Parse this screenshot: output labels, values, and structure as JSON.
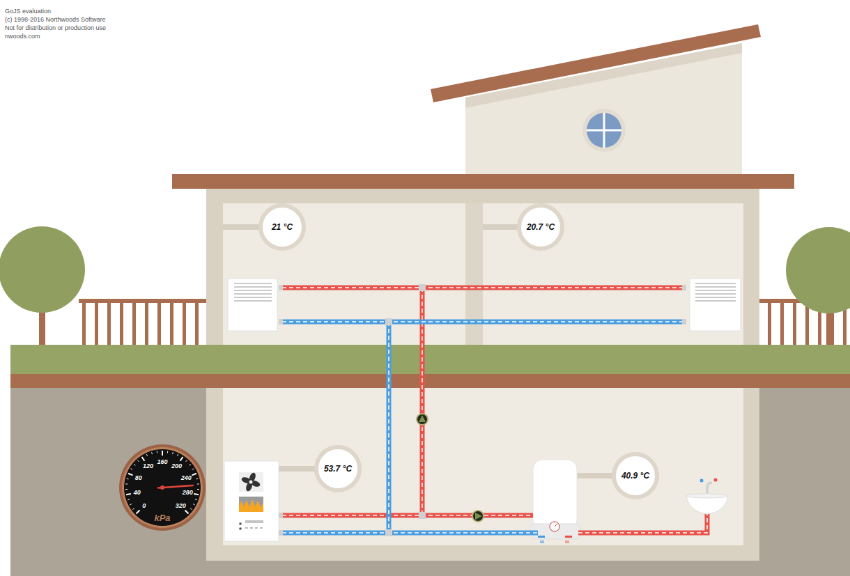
{
  "diagram": {
    "nodes": [
      {
        "text": [
          "21 °C"
        ]
      },
      {
        "text": [
          "20.7 °C"
        ]
      },
      {
        "text": [
          "0",
          "40",
          "80",
          "120",
          "160",
          "200",
          "240",
          "280",
          "320",
          "kPa"
        ]
      },
      {
        "text": [
          "53.7 °C"
        ]
      },
      {
        "text": [
          "40.9 °C"
        ]
      }
    ],
    "labels": [
      "GoJS evaluation",
      "(c) 1998-2016 Northwoods Software",
      "Not for distribution or production use",
      "nwoods.com"
    ]
  }
}
